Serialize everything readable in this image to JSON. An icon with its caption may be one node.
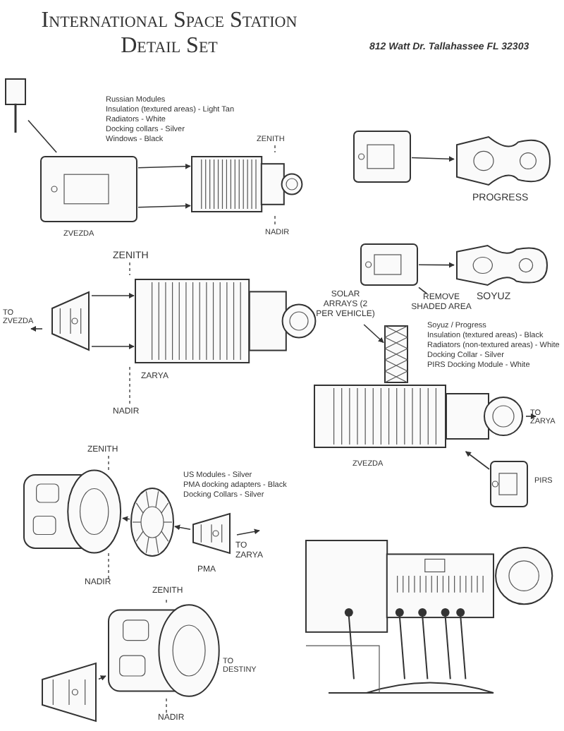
{
  "diagram": {
    "title": "International Space Station Detail Set",
    "nodes": [
      {
        "text": [],
        "shape": "picture"
      },
      {
        "text": [],
        "shape": "picture"
      },
      {
        "text": [],
        "shape": "picture"
      },
      {
        "text": [],
        "shape": "picture"
      },
      {
        "text": [],
        "shape": "picture"
      },
      {
        "text": [],
        "shape": "picture"
      },
      {
        "text": [],
        "shape": "picture"
      },
      {
        "text": [],
        "shape": "picture"
      },
      {
        "text": [],
        "shape": "picture"
      },
      {
        "text": [],
        "shape": "picture"
      },
      {
        "text": [],
        "shape": "picture"
      },
      {
        "text": [],
        "shape": "picture"
      },
      {
        "text": [],
        "shape": "picture"
      },
      {
        "text": [],
        "shape": "picture"
      },
      {
        "text": [],
        "shape": "picture"
      },
      {
        "text": [],
        "shape": "picture"
      },
      {
        "text": [],
        "shape": "picture"
      },
      {
        "text": [
          "SOLAR ARRAYS (2 PER VEHICLE)"
        ]
      },
      {
        "text": [
          "REMOVE SHADED AREA"
        ]
      },
      {
        "text": [],
        "shape": "picture"
      }
    ],
    "edges": [
      {
        "from": 0,
        "to": 1,
        "arrow": "to"
      },
      {
        "from": 0,
        "to": 1,
        "arrow": "to"
      },
      {
        "from": 2,
        "to": 3,
        "arrow": "to"
      },
      {
        "from": 4,
        "to": 5,
        "arrow": "to"
      },
      {
        "from": 7,
        "to": 8,
        "arrow": "to"
      },
      {
        "from": 7,
        "to": 8,
        "arrow": "to"
      },
      {
        "from": 10,
        "to": 9,
        "arrow": "to"
      },
      {
        "from": 12,
        "to": 11,
        "arrow": "to"
      },
      {
        "from": 13,
        "to": 12,
        "arrow": "to"
      },
      {
        "from": 15,
        "to": 14,
        "arrow": "to"
      },
      {
        "from": 17,
        "to": 6,
        "arrow": "to"
      },
      {
        "from": 18,
        "to": 4,
        "arrow": "none"
      },
      {
        "from": 19,
        "to": 0,
        "arrow": "none"
      }
    ],
    "labels": [
      "812 Watt Dr. Tallahassee FL 32303",
      "Russian Modules",
      "Insulation (textured areas) - Light Tan",
      "Radiators - White",
      "Docking collars - Silver",
      "Windows - Black",
      "ZENITH",
      "ZVEZDA",
      "NADIR",
      "PROGRESS",
      "ZENITH",
      "SOYUZ",
      "TO ZVEZDA",
      "Soyuz / Progress",
      "Insulation (textured areas) - Black",
      "Radiators (non-textured areas) - White",
      "Docking Collar - Silver",
      "PIRS Docking Module - White",
      "ZARYA",
      "NADIR",
      "TO ZARYA",
      "ZVEZDA",
      "PIRS",
      "ZENITH",
      "US Modules - Silver",
      "PMA docking adapters - Black",
      "Docking Collars - Silver",
      "TO ZARYA",
      "PMA",
      "NADIR",
      "ZENITH",
      "TO DESTINY",
      "NADIR"
    ]
  }
}
